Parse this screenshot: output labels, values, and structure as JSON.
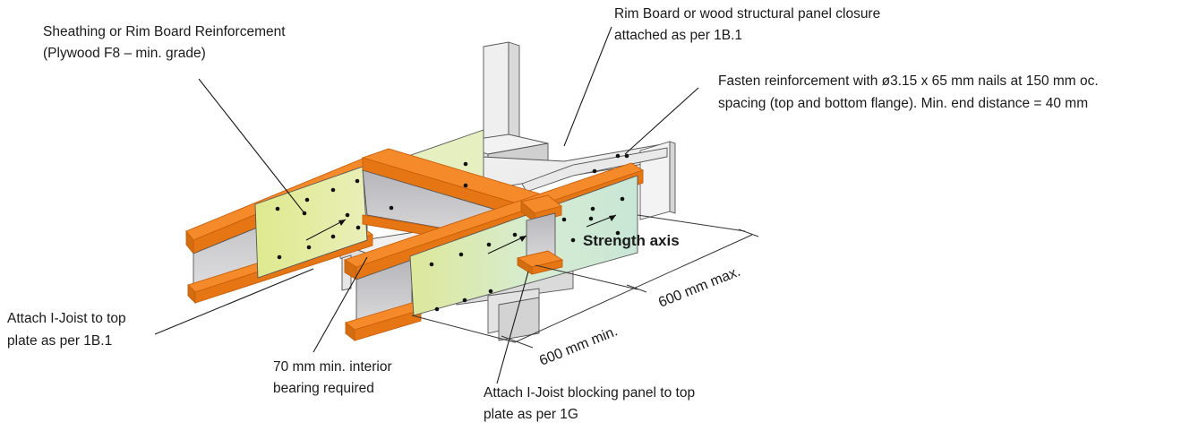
{
  "labels": {
    "sheathing": [
      "Sheathing or Rim Board Reinforcement",
      "(Plywood F8 – min. grade)"
    ],
    "rim_board": [
      "Rim Board or wood structural panel closure",
      "attached as per 1B.1"
    ],
    "fasten": [
      "Fasten reinforcement with ø3.15 x 65 mm nails at 150 mm oc.",
      "spacing (top and bottom flange). Min. end distance = 40 mm"
    ],
    "attach_top_plate": [
      "Attach I-Joist to top",
      "plate as per 1B.1"
    ],
    "interior_bearing": [
      "70 mm min. interior",
      "bearing required"
    ],
    "blocking_panel": [
      "Attach I-Joist blocking panel to top",
      "plate as per 1G"
    ],
    "strength_axis": "Strength axis",
    "dim_min": "600 mm min.",
    "dim_max": "600 mm max."
  },
  "colors": {
    "flange_orange": "#f07f1e",
    "panel_green": "#d6e39a",
    "panel_green_light": "#e3efc9",
    "web_gray": "#c9c9cc",
    "outline": "#555555"
  }
}
